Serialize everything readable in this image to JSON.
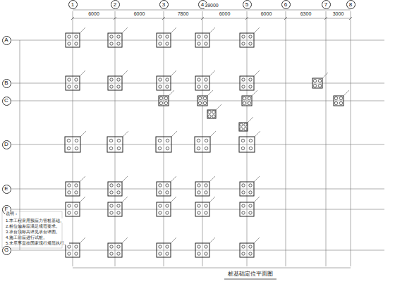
{
  "diagram": {
    "caption": "桩基础定位平面图",
    "nodes": [
      {
        "text": [
          "1"
        ]
      },
      {
        "text": [
          "2"
        ]
      },
      {
        "text": [
          "3"
        ]
      },
      {
        "text": [
          "4"
        ]
      },
      {
        "text": [
          "5"
        ]
      },
      {
        "text": [
          "6"
        ]
      },
      {
        "text": [
          "7"
        ]
      },
      {
        "text": [
          "8"
        ]
      },
      {
        "text": [
          "A"
        ]
      },
      {
        "text": [
          "B"
        ]
      },
      {
        "text": [
          "C"
        ]
      },
      {
        "text": [
          "D"
        ]
      },
      {
        "text": [
          "E"
        ]
      },
      {
        "text": [
          "F"
        ]
      },
      {
        "text": [
          "G"
        ]
      }
    ],
    "edges": [],
    "labels": [
      "39000",
      "6000",
      "6000",
      "7800",
      "6000",
      "6000",
      "6300",
      "3000",
      "说明：",
      "1.本工程采用预应力管桩基础。",
      "2.桩位偏差应满足规范要求。",
      "3.承台顶标高详见承台详图。",
      "4.施工前应进行试桩。",
      "5.未尽事宜按国家现行规范执行。"
    ]
  }
}
